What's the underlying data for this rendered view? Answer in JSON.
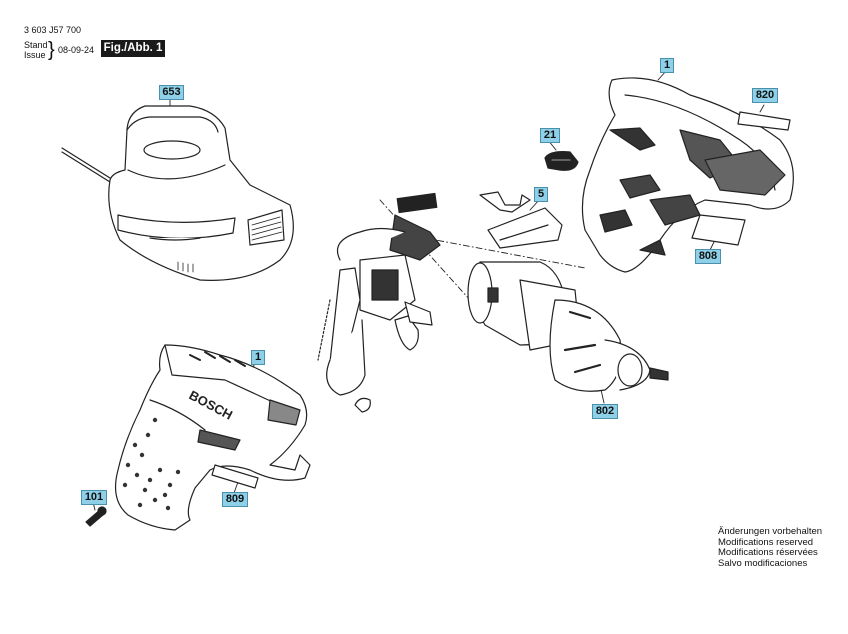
{
  "header": {
    "doc_number": "3 603 J57 700",
    "stand_label": "Stand",
    "issue_label": "Issue",
    "date": "08-09-24",
    "figure_badge": "Fig./Abb. 1"
  },
  "parts": {
    "charger": "653",
    "housing_top": "1",
    "housing_bottom": "1",
    "label_820": "820",
    "button_21": "21",
    "switch_5": "5",
    "label_808": "808",
    "gearbox_802": "802",
    "label_809": "809",
    "screw_101": "101"
  },
  "brand_text": "BOSCH",
  "notes": [
    "Änderungen vorbehalten",
    "Modifications reserved",
    "Modifications réservées",
    "Salvo modificaciones"
  ]
}
